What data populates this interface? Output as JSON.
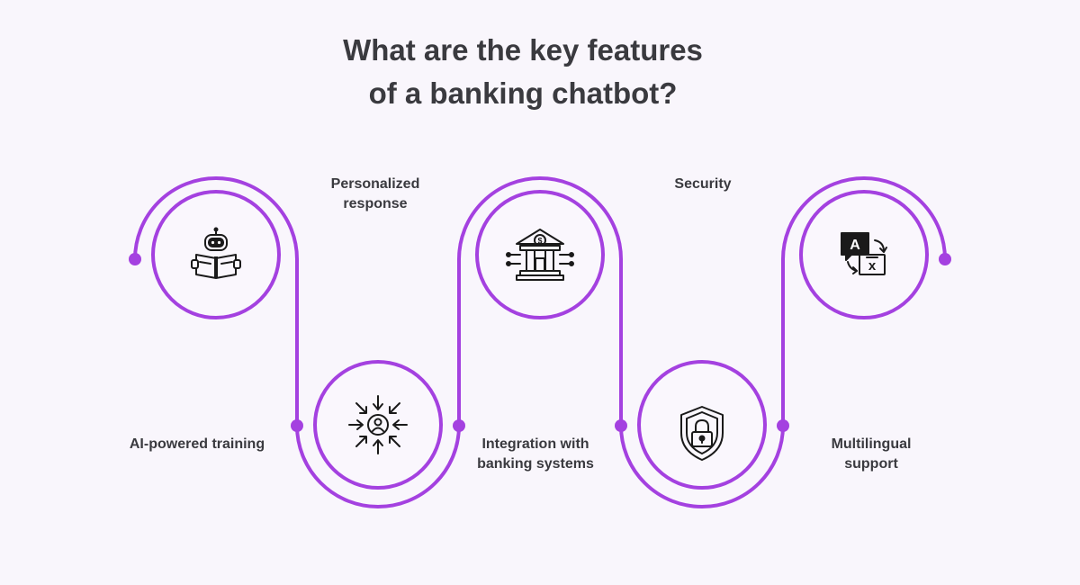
{
  "title": {
    "line1": "What are the key features",
    "line2": "of a banking chatbot?"
  },
  "accent_color": "#a441e0",
  "features": [
    {
      "lines": [
        "AI-powered training"
      ],
      "icon": "robot-reading-book-icon"
    },
    {
      "lines": [
        "Personalized",
        "response"
      ],
      "icon": "user-target-arrows-icon"
    },
    {
      "lines": [
        "Integration with",
        "banking systems"
      ],
      "icon": "bank-network-icon"
    },
    {
      "lines": [
        "Security"
      ],
      "icon": "shield-lock-icon"
    },
    {
      "lines": [
        "Multilingual",
        "support"
      ],
      "icon": "translate-icon"
    }
  ]
}
